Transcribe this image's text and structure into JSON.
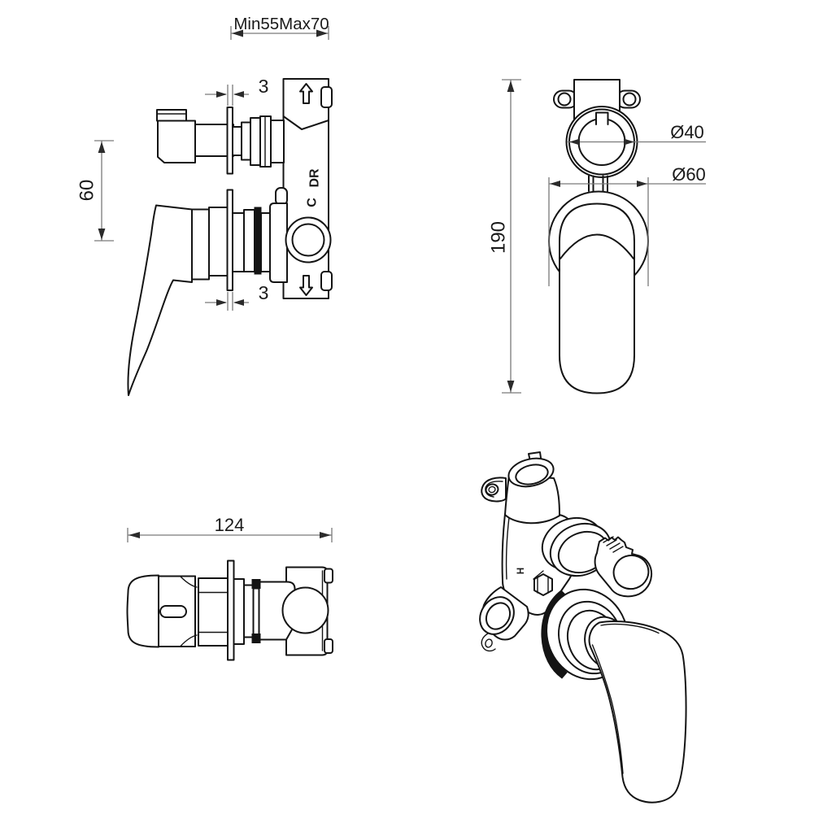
{
  "side_view": {
    "wall_depth_label": "Min55Max70",
    "upper_plate_thickness_label": "3",
    "lower_plate_thickness_label": "3",
    "spacing_label": "60",
    "cold_marking": "C",
    "diverter_marking": "DR"
  },
  "front_view": {
    "height_label": "190",
    "knob_diameter_label": "Ø40",
    "escutcheon_diameter_label": "Ø60"
  },
  "top_view": {
    "depth_label": "124"
  },
  "isometric_view": {
    "hot_marking": "H"
  },
  "colors": {
    "outline": "#141414",
    "dimension_line": "#7a7a7a",
    "text": "#1a1a1a",
    "background": "#ffffff"
  }
}
